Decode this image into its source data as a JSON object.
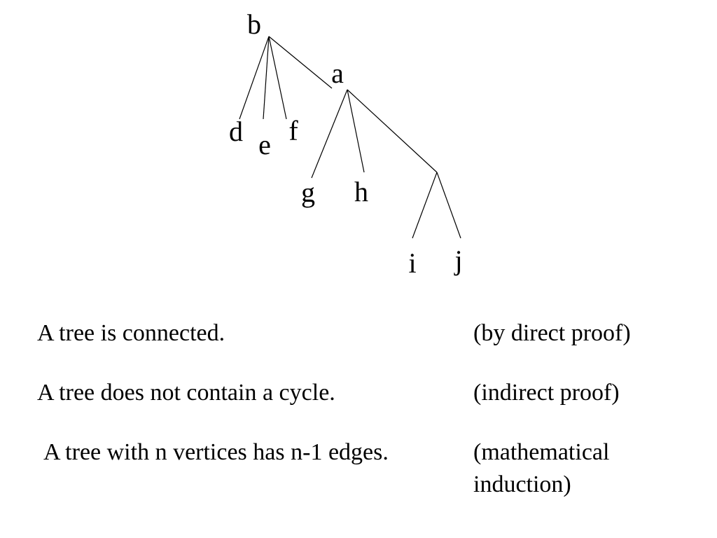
{
  "tree": {
    "nodes": [
      {
        "id": "b",
        "label": "b"
      },
      {
        "id": "a",
        "label": "a"
      },
      {
        "id": "d",
        "label": "d"
      },
      {
        "id": "e",
        "label": "e"
      },
      {
        "id": "f",
        "label": "f"
      },
      {
        "id": "g",
        "label": "g"
      },
      {
        "id": "h",
        "label": "h"
      },
      {
        "id": "i",
        "label": "i"
      },
      {
        "id": "j",
        "label": "j"
      }
    ],
    "edges": [
      [
        "b",
        "d"
      ],
      [
        "b",
        "e"
      ],
      [
        "b",
        "f"
      ],
      [
        "b",
        "a"
      ],
      [
        "a",
        "g"
      ],
      [
        "a",
        "h"
      ],
      [
        "a",
        "unlabeled"
      ],
      [
        "unlabeled",
        "i"
      ],
      [
        "unlabeled",
        "j"
      ]
    ]
  },
  "facts": [
    {
      "statement": "A tree is connected.",
      "method": "(by direct proof)"
    },
    {
      "statement": "A tree does not contain a cycle.",
      "method": "(indirect proof)"
    },
    {
      "statement": "A tree with n vertices has n-1 edges.",
      "method": "(mathematical\ninduction)"
    }
  ]
}
